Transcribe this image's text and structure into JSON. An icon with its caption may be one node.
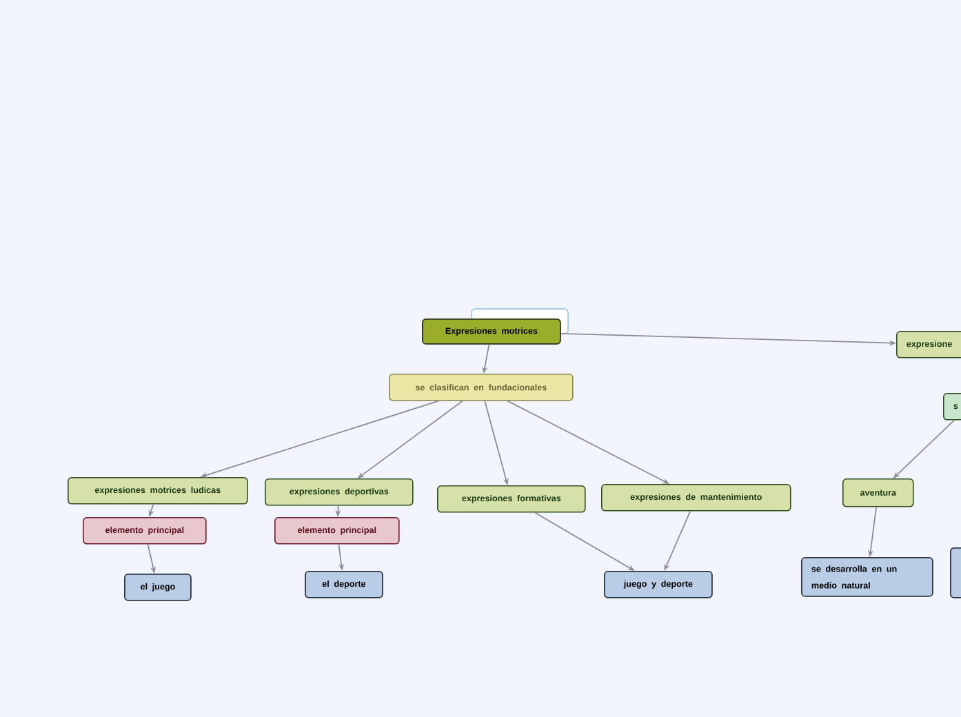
{
  "diagram": {
    "nodes": [
      {
        "text": [
          "Expresiones motrices"
        ]
      },
      {
        "text": [
          "expresione"
        ]
      },
      {
        "text": [
          "se clasifican en fundacionales"
        ]
      },
      {
        "text": [
          "s"
        ]
      },
      {
        "text": [
          "expresiones motrices ludicas"
        ]
      },
      {
        "text": [
          "expresiones deportivas"
        ]
      },
      {
        "text": [
          "expresiones formativas"
        ]
      },
      {
        "text": [
          "expresiones de mantenimiento"
        ]
      },
      {
        "text": [
          "aventura"
        ]
      },
      {
        "text": [
          "elemento principal"
        ]
      },
      {
        "text": [
          "elemento principal"
        ]
      },
      {
        "text": [
          "el juego"
        ]
      },
      {
        "text": [
          "el deporte"
        ]
      },
      {
        "text": [
          "juego y deporte"
        ]
      },
      {
        "text": [
          "se desarrolla en un medio natural"
        ]
      },
      {
        "text": [],
        "shape": "box"
      }
    ],
    "edges": [
      {
        "from": 0,
        "to": 1,
        "arrow": "to"
      },
      {
        "from": 0,
        "to": 2,
        "arrow": "to"
      },
      {
        "from": 2,
        "to": 4,
        "arrow": "to"
      },
      {
        "from": 2,
        "to": 5,
        "arrow": "to"
      },
      {
        "from": 2,
        "to": 6,
        "arrow": "to"
      },
      {
        "from": 2,
        "to": 7,
        "arrow": "to"
      },
      {
        "from": 4,
        "to": 9,
        "arrow": "to"
      },
      {
        "from": 9,
        "to": 11,
        "arrow": "to"
      },
      {
        "from": 5,
        "to": 10,
        "arrow": "to"
      },
      {
        "from": 10,
        "to": 12,
        "arrow": "to"
      },
      {
        "from": 6,
        "to": 13,
        "arrow": "to"
      },
      {
        "from": 7,
        "to": 13,
        "arrow": "to"
      },
      {
        "from": 3,
        "to": 8,
        "arrow": "to"
      },
      {
        "from": 8,
        "to": 14,
        "arrow": "to"
      }
    ]
  }
}
